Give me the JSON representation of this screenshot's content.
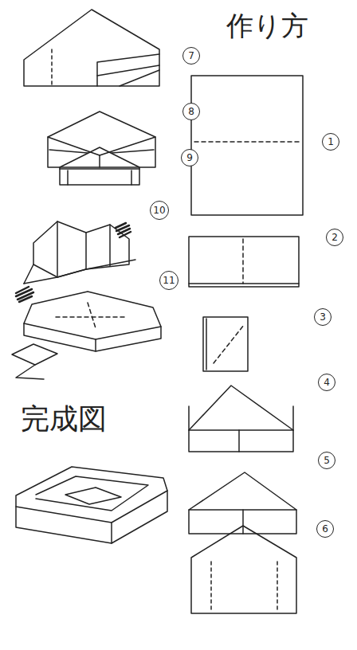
{
  "diagram": {
    "title": "作り方",
    "nodes": [
      {
        "text": [
          "1"
        ]
      },
      {
        "text": [
          "2"
        ]
      },
      {
        "text": [
          "3"
        ]
      },
      {
        "text": [
          "4"
        ]
      },
      {
        "text": [
          "5"
        ]
      },
      {
        "text": [
          "6"
        ]
      },
      {
        "text": [
          "7"
        ]
      },
      {
        "text": [
          "8"
        ]
      },
      {
        "text": [
          "9"
        ]
      },
      {
        "text": [
          "10"
        ]
      },
      {
        "text": [
          "11"
        ]
      }
    ],
    "labels": [
      "完成図"
    ]
  }
}
